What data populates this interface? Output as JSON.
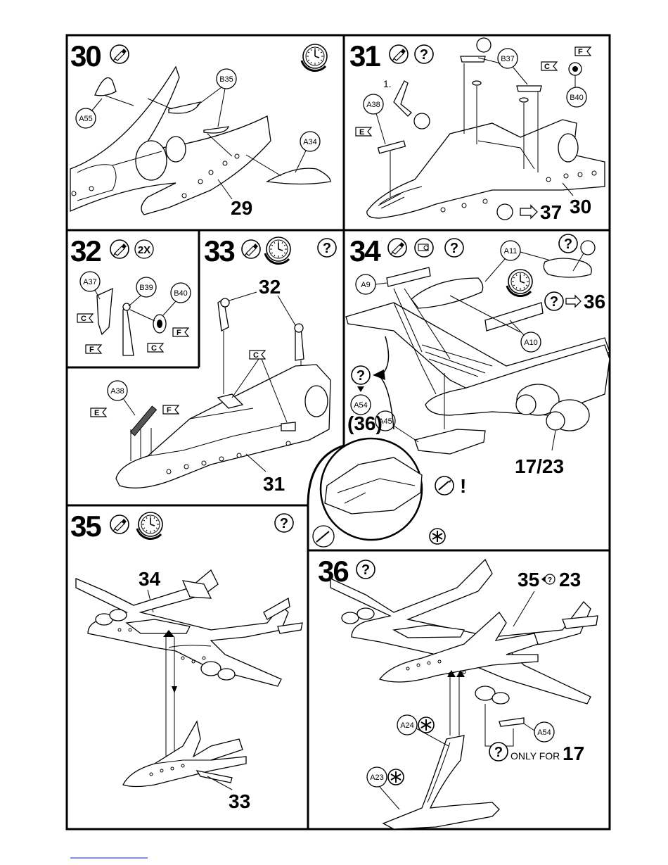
{
  "steps": [
    {
      "number": "30",
      "parts": [
        "A55",
        "B35",
        "A34"
      ],
      "ref": "29"
    },
    {
      "number": "31",
      "sub": "1.",
      "parts": [
        "A38",
        "B37",
        "B40"
      ],
      "flags": [
        "E",
        "C",
        "F"
      ],
      "ref": "30",
      "next": "37"
    },
    {
      "number": "32",
      "multiplier": "2X",
      "parts": [
        "A37",
        "B39",
        "B40"
      ],
      "flags": [
        "C",
        "F",
        "C",
        "F"
      ]
    },
    {
      "number": "33",
      "ref_top": "32",
      "parts": [
        "A38"
      ],
      "flags": [
        "C",
        "E",
        "F"
      ],
      "ref": "31"
    },
    {
      "number": "34",
      "parts": [
        "A11",
        "A9",
        "A10",
        "A54",
        "A45"
      ],
      "opt_step": "(36)",
      "next": "36",
      "ref": "17/23",
      "exclaim": "!"
    },
    {
      "number": "35",
      "ref_top": "34",
      "ref": "33"
    },
    {
      "number": "36",
      "ref_top_a": "35",
      "ref_top_b": "23",
      "parts": [
        "A54",
        "A24",
        "A23"
      ],
      "only_for_label": "ONLY FOR",
      "only_for_num": "17"
    }
  ],
  "icons": [
    "glue-icon",
    "clock-icon",
    "question-icon",
    "paint-icon",
    "decal-icon",
    "asterisk-icon"
  ]
}
